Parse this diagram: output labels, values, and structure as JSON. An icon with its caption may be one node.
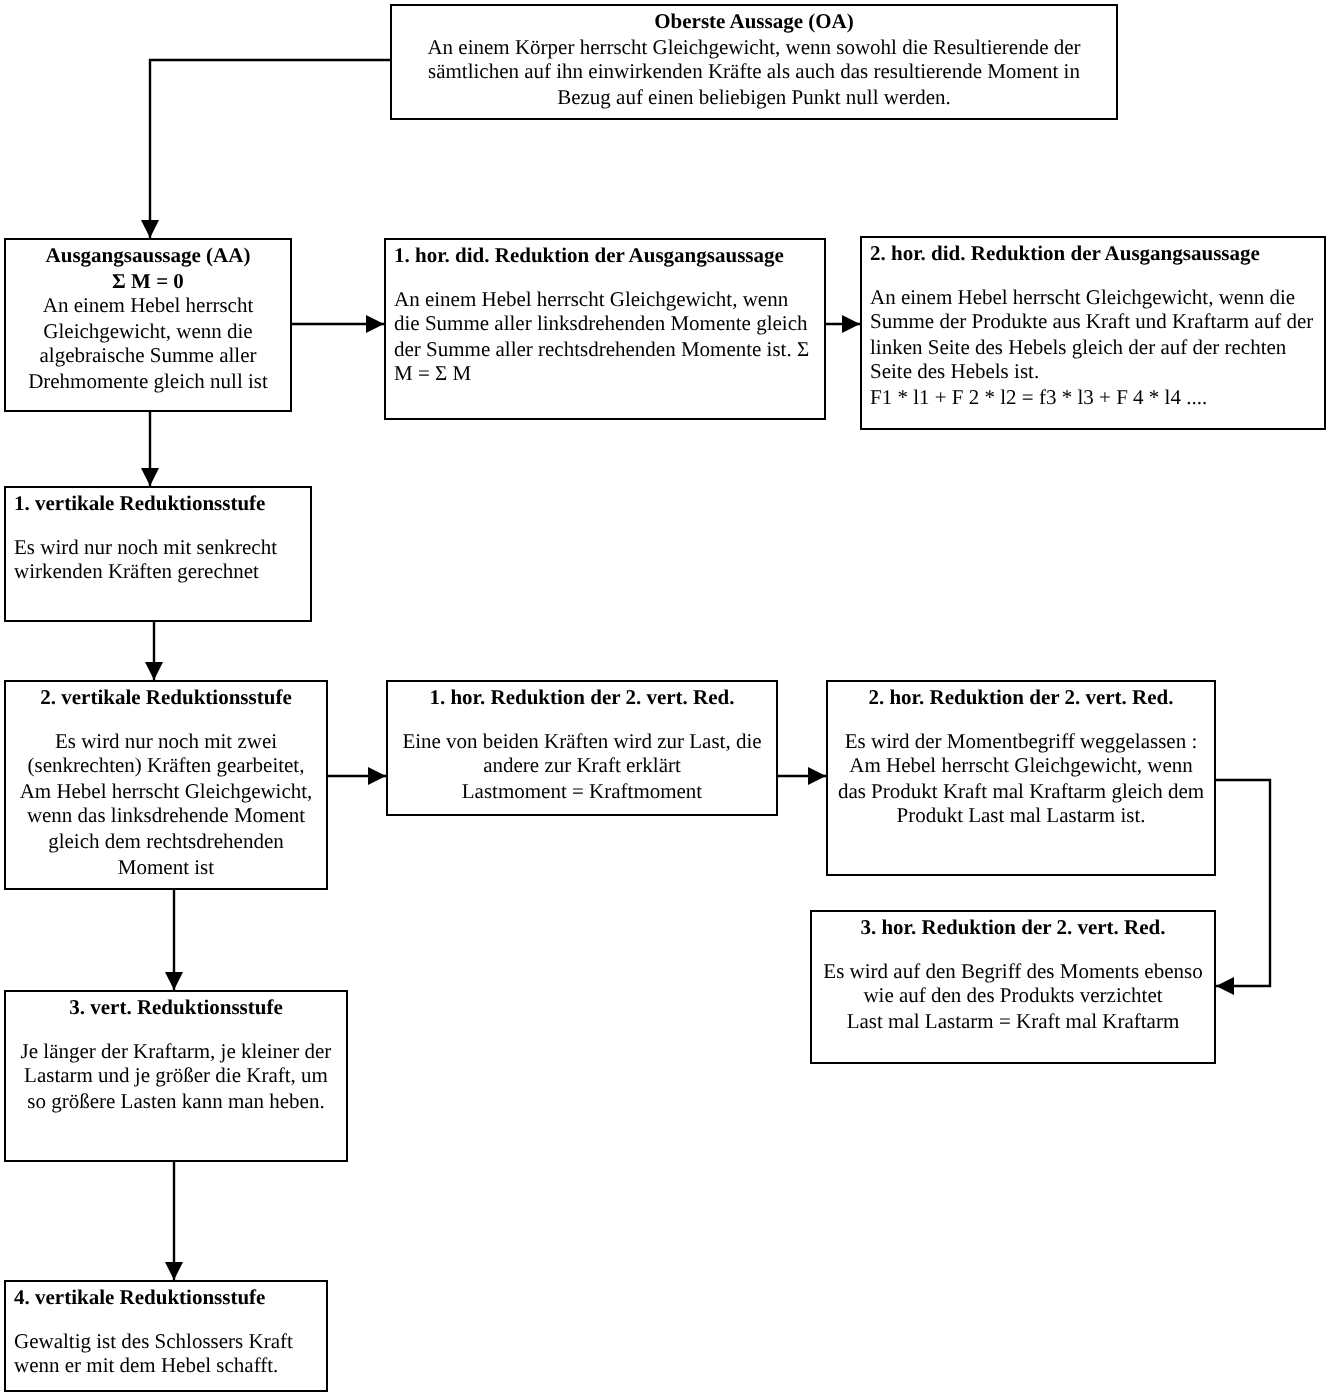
{
  "diagram": {
    "nodes": [
      {
        "text": [
          "Oberste Aussage (OA)",
          "An einem Körper herrscht Gleichgewicht, wenn sowohl die Resultierende der sämtlichen auf ihn einwirkenden Kräfte als auch das resultierende Moment in Bezug auf einen beliebigen Punkt null werden."
        ]
      },
      {
        "text": [
          "Ausgangsaussage (AA)",
          "Σ M = 0",
          "An einem Hebel herrscht Gleichgewicht, wenn die algebraische Summe aller Drehmomente gleich null ist"
        ]
      },
      {
        "text": [
          "1. hor. did. Reduktion der Ausgangsaussage",
          "An einem Hebel herrscht Gleichgewicht, wenn die Summe aller linksdrehenden Momente gleich der Summe aller rechtsdrehenden Momente ist. Σ M = Σ M"
        ]
      },
      {
        "text": [
          "2. hor. did. Reduktion der Ausgangsaussage",
          "An einem Hebel herrscht Gleichgewicht, wenn die Summe der Produkte aus Kraft und Kraftarm auf der linken Seite des Hebels gleich der auf der rechten Seite des Hebels ist.",
          "F1 * l1 + F 2 * l2 = f3 * l3 + F 4 * l4 ...."
        ]
      },
      {
        "text": [
          "1. vertikale Reduktionsstufe",
          "Es wird nur noch mit senkrecht wirkenden Kräften gerechnet"
        ]
      },
      {
        "text": [
          "2. vertikale Reduktionsstufe",
          "Es wird nur noch mit zwei (senkrechten) Kräften gearbeitet, Am Hebel herrscht Gleichgewicht, wenn das linksdrehende Moment gleich dem rechtsdrehenden Moment ist"
        ]
      },
      {
        "text": [
          "1. hor. Reduktion der 2. vert. Red.",
          "Eine von beiden Kräften wird zur Last, die andere zur Kraft erklärt",
          "Lastmoment = Kraftmoment"
        ]
      },
      {
        "text": [
          "2. hor. Reduktion der 2. vert. Red.",
          "Es wird der Momentbegriff weggelassen : Am Hebel herrscht Gleichgewicht, wenn das Produkt Kraft mal Kraftarm gleich dem Produkt Last mal Lastarm ist."
        ]
      },
      {
        "text": [
          "3. hor. Reduktion der 2. vert. Red.",
          "Es wird auf den Begriff des Moments ebenso wie auf den des Produkts verzichtet",
          "Last mal Lastarm = Kraft mal Kraftarm"
        ]
      },
      {
        "text": [
          "3. vert. Reduktionsstufe",
          "Je länger der Kraftarm, je kleiner der Lastarm und je größer die Kraft, um so größere Lasten kann man heben."
        ]
      },
      {
        "text": [
          "4. vertikale Reduktionsstufe",
          "Gewaltig ist des Schlossers Kraft wenn er mit dem Hebel schafft."
        ]
      }
    ],
    "edges": [
      {
        "from": 0,
        "to": 1,
        "arrow": "to"
      },
      {
        "from": 1,
        "to": 2,
        "arrow": "to"
      },
      {
        "from": 2,
        "to": 3,
        "arrow": "to"
      },
      {
        "from": 1,
        "to": 4,
        "arrow": "to"
      },
      {
        "from": 4,
        "to": 5,
        "arrow": "to"
      },
      {
        "from": 5,
        "to": 6,
        "arrow": "to"
      },
      {
        "from": 6,
        "to": 7,
        "arrow": "to"
      },
      {
        "from": 7,
        "to": 8,
        "arrow": "to"
      },
      {
        "from": 5,
        "to": 9,
        "arrow": "to"
      },
      {
        "from": 9,
        "to": 10,
        "arrow": "to"
      }
    ]
  }
}
